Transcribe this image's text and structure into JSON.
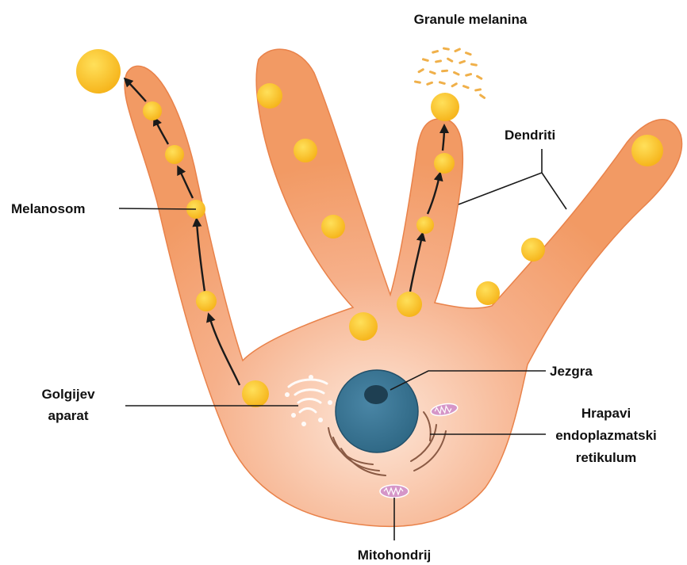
{
  "labels": {
    "granules": "Granule melanina",
    "dendrites": "Dendriti",
    "melanosome": "Melanosom",
    "golgi_line1": "Golgijev",
    "golgi_line2": "aparat",
    "nucleus": "Jezgra",
    "rer_line1": "Hrapavi",
    "rer_line2": "endoplazmatski",
    "rer_line3": "retikulum",
    "mitochondrion": "Mitohondrij"
  },
  "colors": {
    "cell_body": "#f29a64",
    "cell_edge": "#e9824a",
    "cell_highlight": "#fde6d8",
    "melanosome": "#f6b51c",
    "melanosome_highlight": "#ffe05a",
    "nucleus": "#2e6784",
    "nucleolus": "#1e3f52",
    "mitochondrion": "#d596c8"
  }
}
